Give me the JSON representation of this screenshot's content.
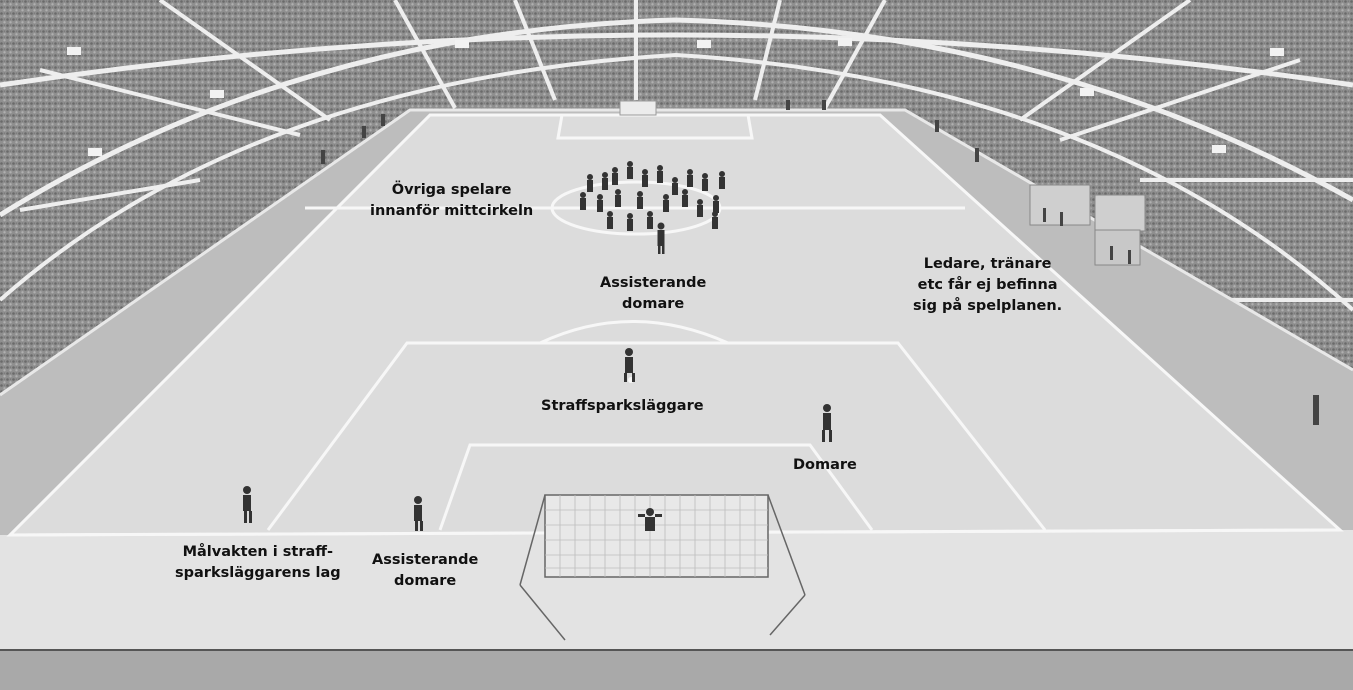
{
  "labels": {
    "ovriga_spelare": [
      "Övriga spelare",
      "innanför mittcirkeln"
    ],
    "assisterande_domare_top": [
      "Assisterande",
      "domare"
    ],
    "ledare": [
      "Ledare, tränare",
      "etc får ej befinna",
      "sig på spelplanen."
    ],
    "straffsparkslaggare": [
      "Straffsparksläggare"
    ],
    "domare": [
      "Domare"
    ],
    "malvakten": [
      "Målvakten i straff-",
      "sparksläggarens lag"
    ],
    "assisterande_domare_bottom": [
      "Assisterande",
      "domare"
    ]
  },
  "colors": {
    "crowd": "#8d8d8d",
    "aisle": "#eeeeee",
    "track": "#bdbdbd",
    "pitch": "#dcdcdc",
    "line": "#f7f7f7",
    "figure": "#333333",
    "base": "#a9a9a9"
  }
}
